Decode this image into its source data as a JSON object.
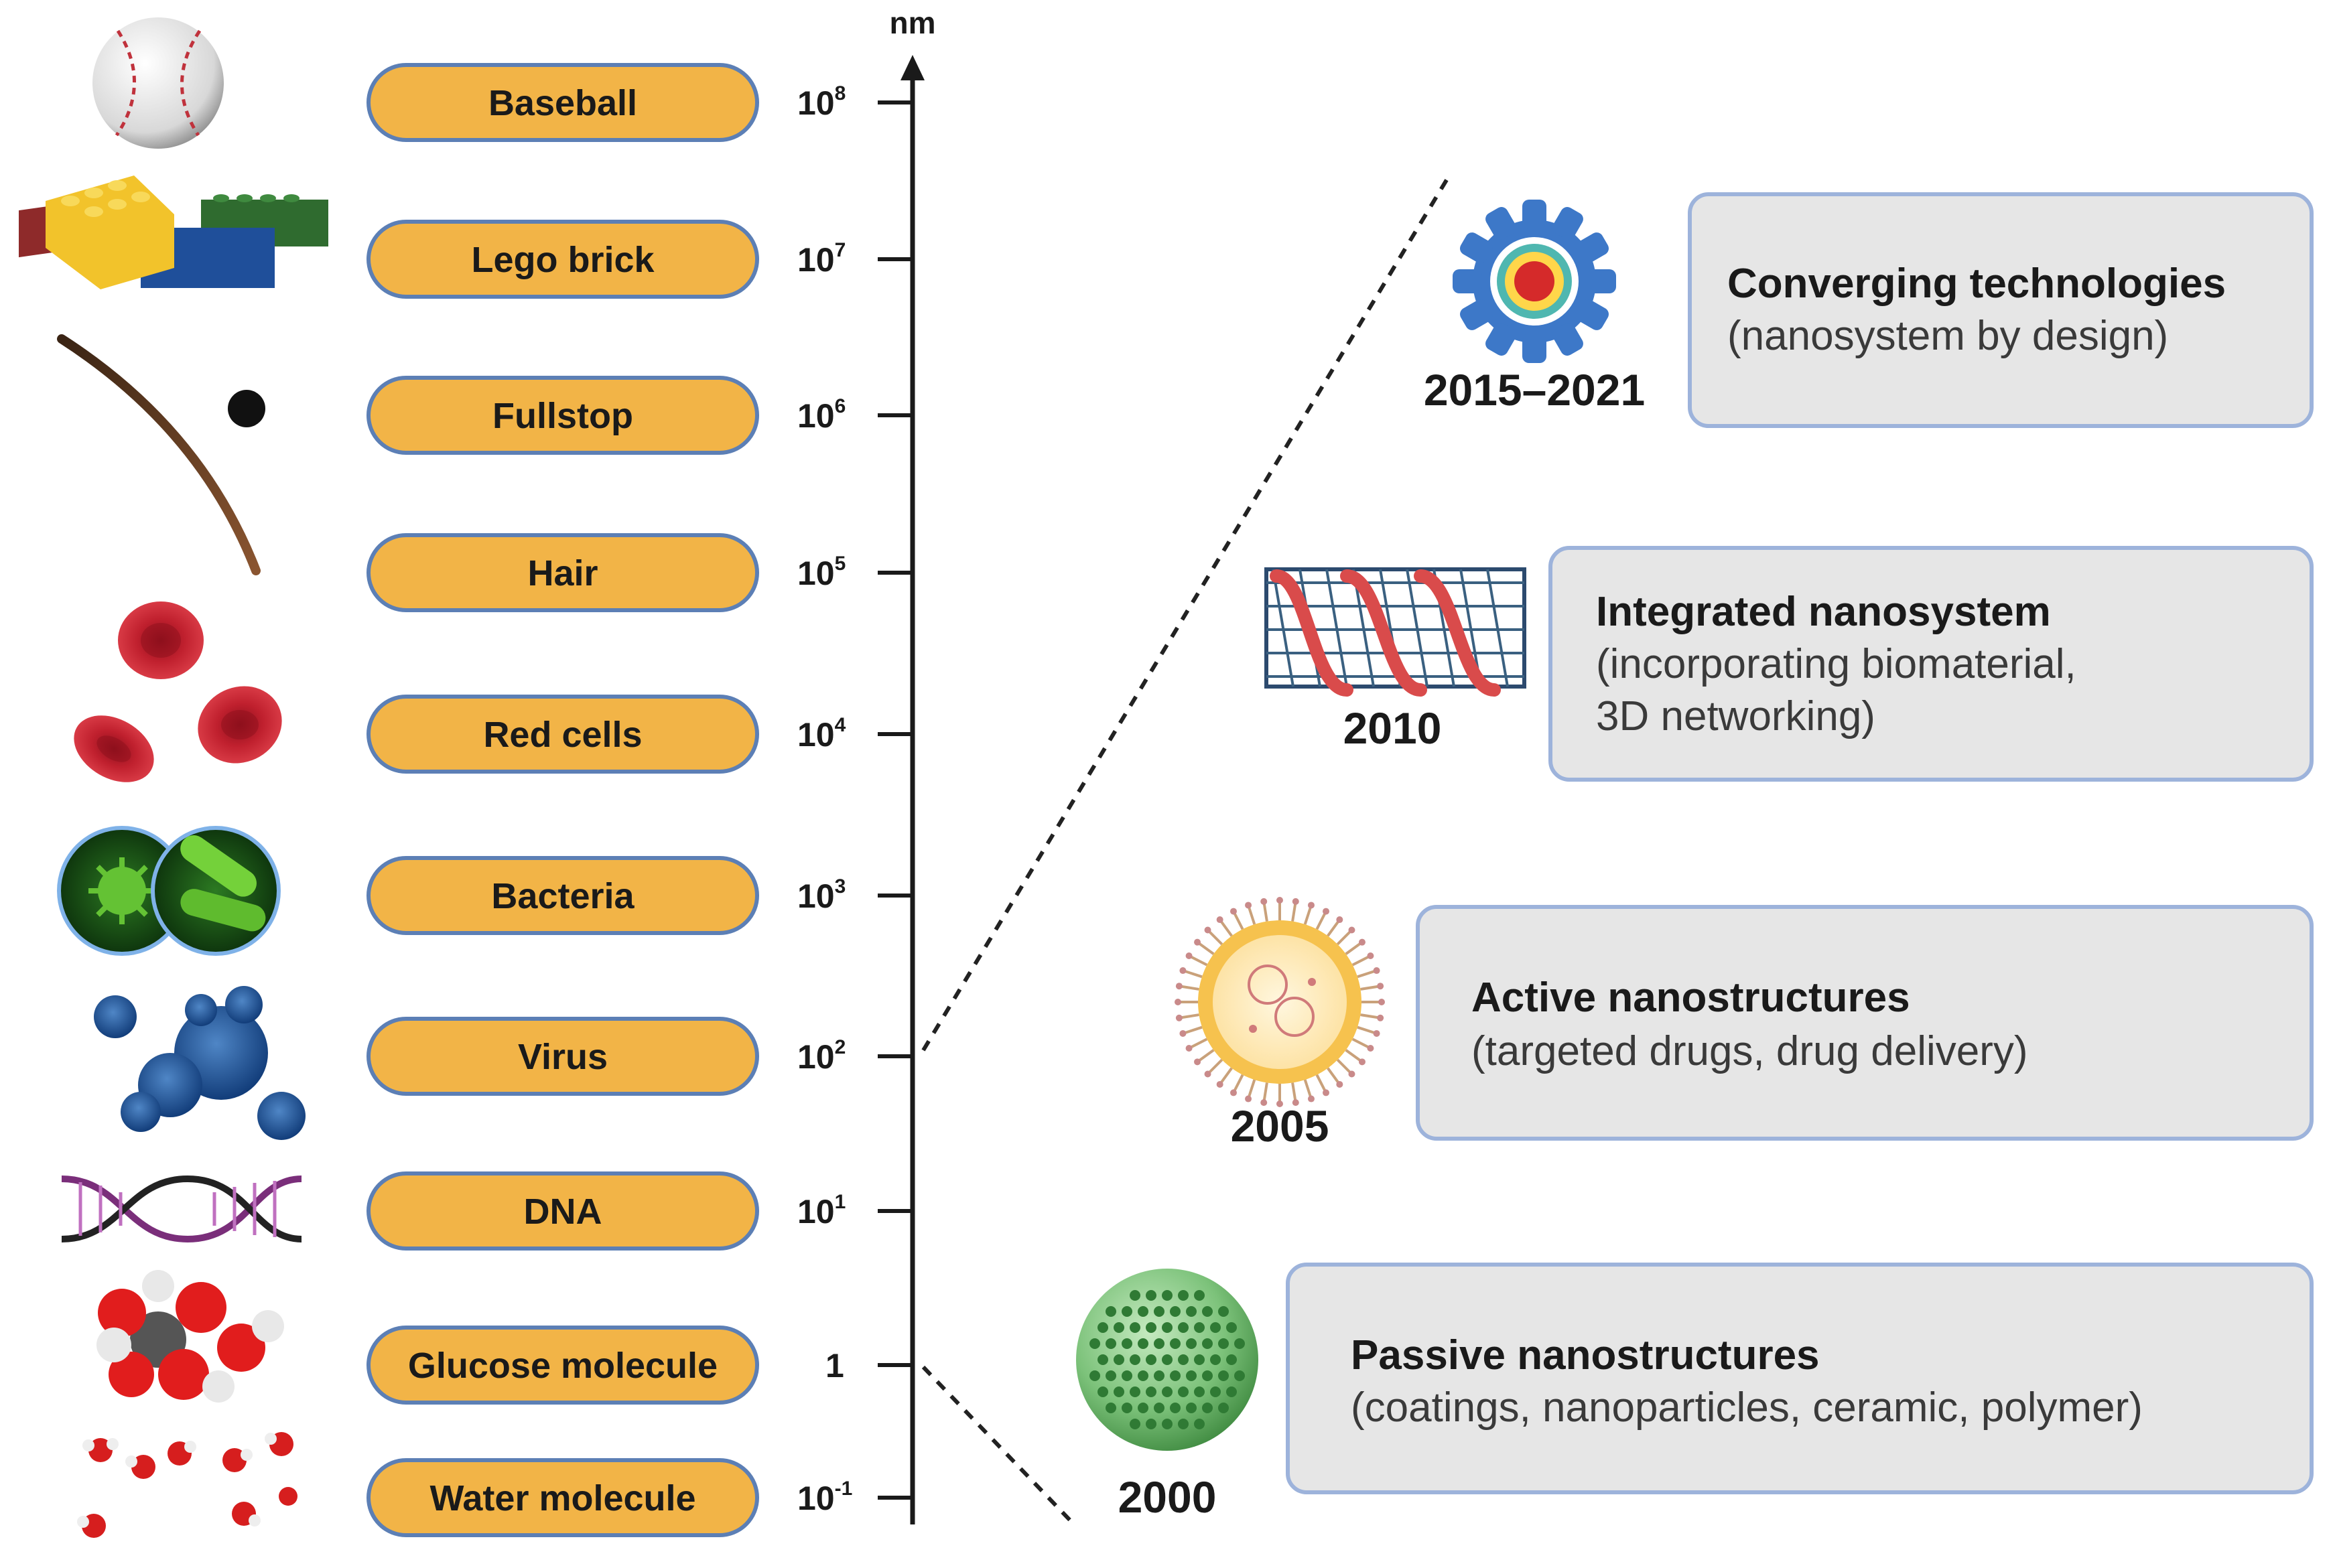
{
  "axis": {
    "unit": "nm",
    "ticks": [
      {
        "base": "10",
        "exp": "8"
      },
      {
        "base": "10",
        "exp": "7"
      },
      {
        "base": "10",
        "exp": "6"
      },
      {
        "base": "10",
        "exp": "5"
      },
      {
        "base": "10",
        "exp": "4"
      },
      {
        "base": "10",
        "exp": "3"
      },
      {
        "base": "10",
        "exp": "2"
      },
      {
        "base": "10",
        "exp": "1"
      },
      {
        "base": "1",
        "exp": ""
      },
      {
        "base": "10",
        "exp": "-1"
      }
    ]
  },
  "scale_items": [
    {
      "label": "Baseball",
      "icon": "baseball-icon"
    },
    {
      "label": "Lego brick",
      "icon": "lego-brick-icon"
    },
    {
      "label": "Fullstop",
      "icon": "hair-and-dot-icon"
    },
    {
      "label": "Hair",
      "icon": "hair-icon"
    },
    {
      "label": "Red cells",
      "icon": "red-blood-cells-icon"
    },
    {
      "label": "Bacteria",
      "icon": "bacteria-icon"
    },
    {
      "label": "Virus",
      "icon": "virus-icon"
    },
    {
      "label": "DNA",
      "icon": "dna-icon"
    },
    {
      "label": "Glucose molecule",
      "icon": "glucose-molecule-icon"
    },
    {
      "label": "Water molecule",
      "icon": "water-molecule-icon"
    }
  ],
  "timeline": [
    {
      "year": "2015–2021",
      "title": "Converging technologies",
      "lines": [
        "(nanosystem by design)"
      ],
      "icon": "gear-nanosystem-icon"
    },
    {
      "year": "2010",
      "title": "Integrated nanosystem",
      "lines": [
        "(incorporating biomaterial,",
        "3D networking)"
      ],
      "icon": "nanotube-helix-icon"
    },
    {
      "year": "2005",
      "title": "Active nanostructures",
      "lines": [
        "(targeted drugs, drug delivery)"
      ],
      "icon": "liposome-icon"
    },
    {
      "year": "2000",
      "title": "Passive nanostructures",
      "lines": [
        "(coatings, nanoparticles, ceramic, polymer)"
      ],
      "icon": "nanoparticle-sphere-icon"
    }
  ],
  "colors": {
    "pill_fill": "#F2B447",
    "pill_stroke": "#5C7FB5",
    "card_fill": "#E6E6E6",
    "card_stroke": "#9DB3DB",
    "axis": "#1a1a1a"
  }
}
